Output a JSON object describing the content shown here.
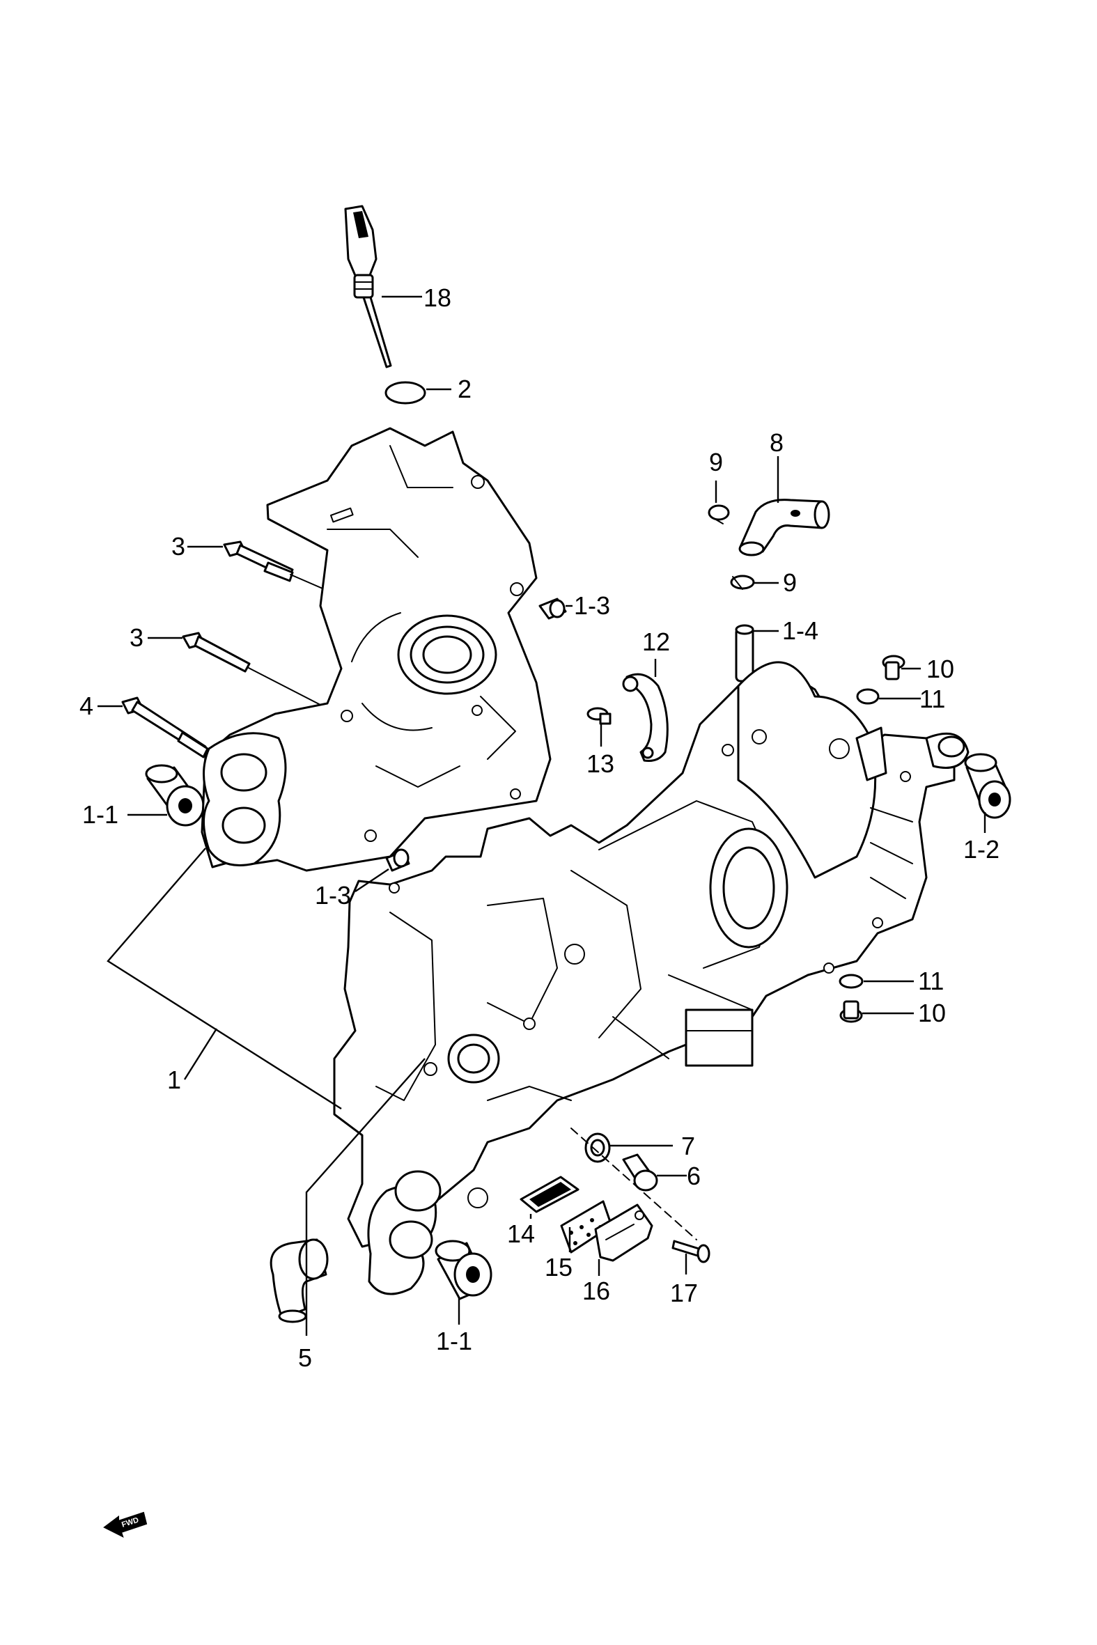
{
  "colors": {
    "ink": "#000000",
    "paper": "#ffffff"
  },
  "direction_indicator": {
    "label": "FWD",
    "icon": "forward-arrow-icon"
  },
  "callouts": [
    {
      "id": "c18",
      "label": "18"
    },
    {
      "id": "c2",
      "label": "2"
    },
    {
      "id": "c9a",
      "label": "9"
    },
    {
      "id": "c8",
      "label": "8"
    },
    {
      "id": "c9b",
      "label": "9"
    },
    {
      "id": "c3a",
      "label": "3"
    },
    {
      "id": "c13a",
      "label": "1-3"
    },
    {
      "id": "c14",
      "label": "1-4"
    },
    {
      "id": "c12",
      "label": "12"
    },
    {
      "id": "c10a",
      "label": "10"
    },
    {
      "id": "c11a",
      "label": "11"
    },
    {
      "id": "c3b",
      "label": "3"
    },
    {
      "id": "c4",
      "label": "4"
    },
    {
      "id": "c13",
      "label": "13"
    },
    {
      "id": "c11l",
      "label": "1-1"
    },
    {
      "id": "c12r",
      "label": "1-2"
    },
    {
      "id": "c13b",
      "label": "1-3"
    },
    {
      "id": "c11b",
      "label": "11"
    },
    {
      "id": "c10b",
      "label": "10"
    },
    {
      "id": "c1",
      "label": "1"
    },
    {
      "id": "c7",
      "label": "7"
    },
    {
      "id": "c6",
      "label": "6"
    },
    {
      "id": "c14n",
      "label": "14"
    },
    {
      "id": "c15",
      "label": "15"
    },
    {
      "id": "c16",
      "label": "16"
    },
    {
      "id": "c17",
      "label": "17"
    },
    {
      "id": "c11c",
      "label": "1-1"
    },
    {
      "id": "c5",
      "label": "5"
    }
  ]
}
